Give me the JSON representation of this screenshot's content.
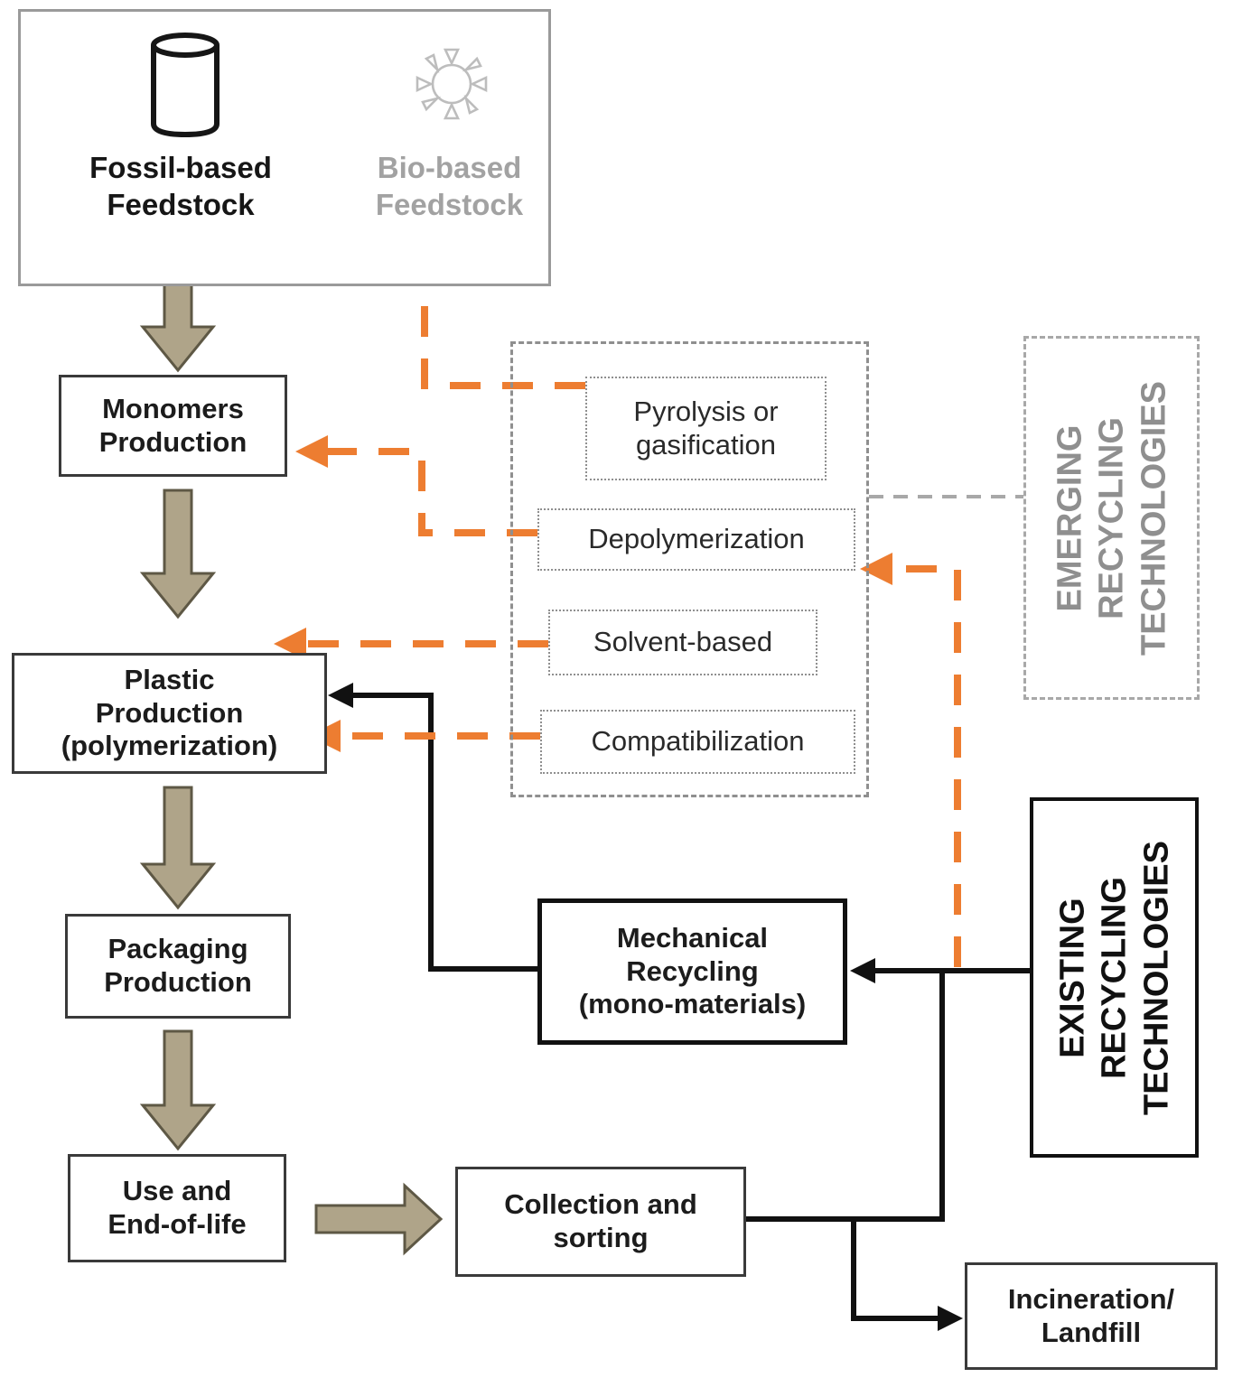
{
  "figure": {
    "type": "flowchart",
    "topic": "Plastic packaging life cycle with existing and emerging recycling technologies"
  },
  "colors": {
    "orange_dashed_route": "#ED7D31",
    "black_route": "#111111",
    "tan_arrow_fill": "#AFA489",
    "tan_arrow_stroke": "#5E5845",
    "gray_group": "#8f8f8f",
    "box_border_dark": "#3a3a3a",
    "background": "#ffffff"
  },
  "nodes": {
    "fossil_feedstock": {
      "label": "Fossil-based\nFeedstock"
    },
    "bio_feedstock": {
      "label": "Bio-based\nFeedstock"
    },
    "monomers": {
      "label": "Monomers\nProduction"
    },
    "plastic": {
      "label": "Plastic\nProduction\n(polymerization)"
    },
    "packaging": {
      "label": "Packaging\nProduction"
    },
    "use_eol": {
      "label": "Use and\nEnd-of-life"
    },
    "collection": {
      "label": "Collection and\nsorting"
    },
    "mechanical": {
      "label": "Mechanical\nRecycling\n(mono-materials)"
    },
    "incineration": {
      "label": "Incineration/\nLandfill"
    },
    "pyrolysis": {
      "label": "Pyrolysis or\ngasification"
    },
    "depolymerization": {
      "label": "Depolymerization"
    },
    "solvent": {
      "label": "Solvent-based"
    },
    "compatibilization": {
      "label": "Compatibilization"
    }
  },
  "groups": {
    "emerging": {
      "label": "EMERGING\nRECYCLING\nTECHNOLOGIES"
    },
    "existing": {
      "label": "EXISTING\nRECYCLING\nTECHNOLOGIES"
    }
  },
  "icons": [
    {
      "name": "oil-drum-icon",
      "meaning": "fossil feedstock barrel"
    },
    {
      "name": "sun-icon",
      "meaning": "bio-based renewable feedstock"
    }
  ],
  "edges": [
    {
      "from": "feedstock",
      "to": "monomers",
      "style": "tan-block-arrow"
    },
    {
      "from": "monomers",
      "to": "plastic",
      "style": "tan-block-arrow"
    },
    {
      "from": "plastic",
      "to": "packaging",
      "style": "tan-block-arrow"
    },
    {
      "from": "packaging",
      "to": "use_eol",
      "style": "tan-block-arrow"
    },
    {
      "from": "use_eol",
      "to": "collection",
      "style": "tan-block-arrow"
    },
    {
      "from": "mechanical",
      "to": "plastic",
      "style": "black-solid"
    },
    {
      "from": "collection",
      "to": "mechanical",
      "style": "black-solid"
    },
    {
      "from": "collection",
      "to": "incineration",
      "style": "black-solid"
    },
    {
      "from": "pyrolysis",
      "to": "fossil_feedstock",
      "style": "orange-dashed"
    },
    {
      "from": "depolymerization",
      "to": "monomers",
      "style": "orange-dashed"
    },
    {
      "from": "solvent",
      "to": "plastic",
      "style": "orange-dashed"
    },
    {
      "from": "compatibilization",
      "to": "plastic",
      "style": "orange-dashed"
    },
    {
      "from": "collection",
      "to": "emerging_group",
      "style": "orange-dashed"
    },
    {
      "from": "emerging_group",
      "to": "emerging_label",
      "style": "gray-dashed-connector"
    }
  ]
}
